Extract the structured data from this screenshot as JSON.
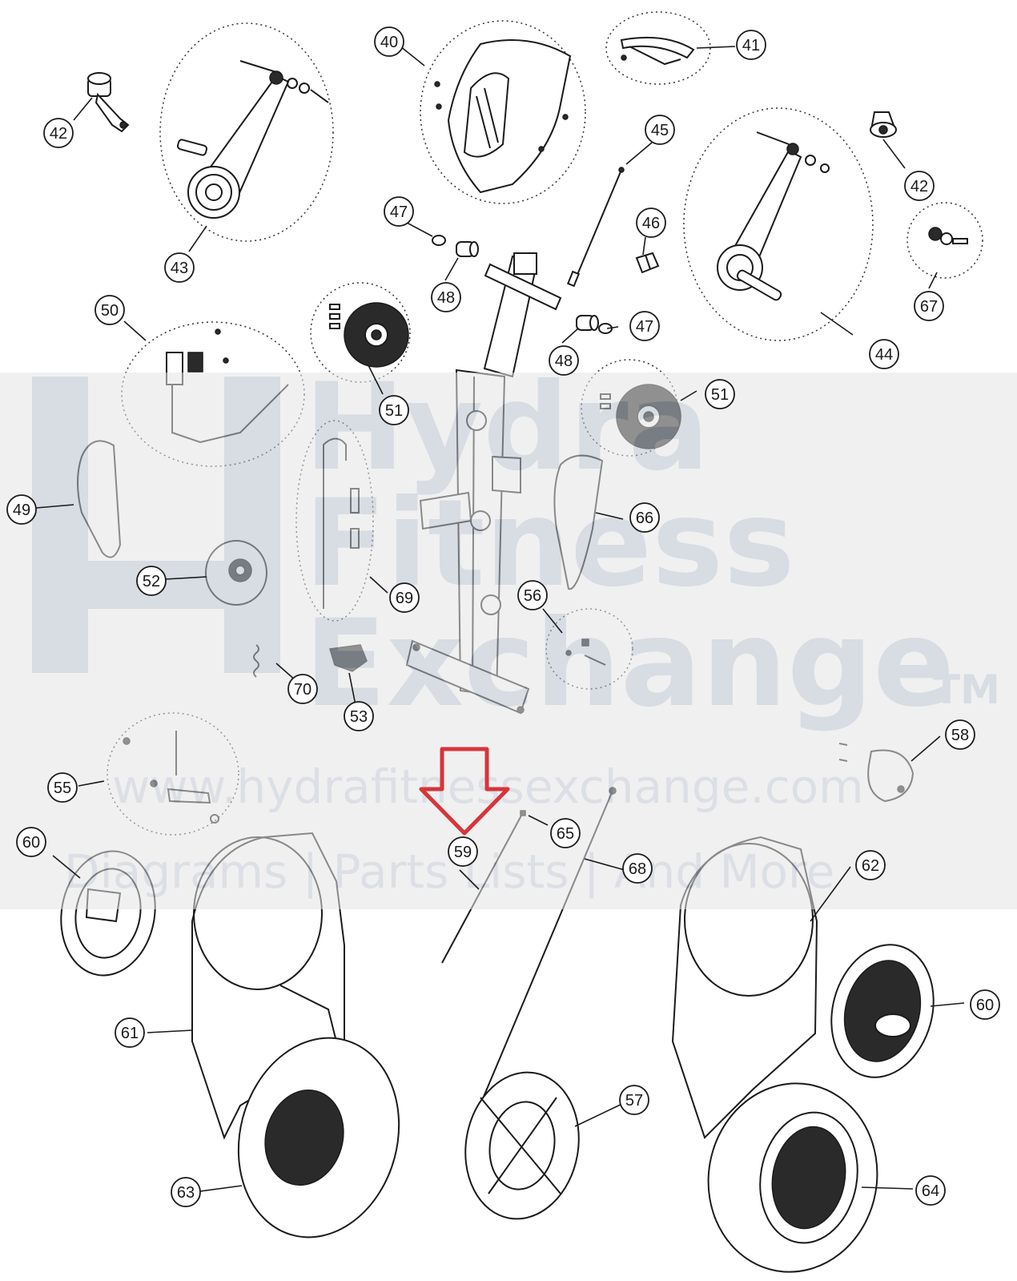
{
  "diagram": {
    "callouts": [
      {
        "id": "c40",
        "label": "40"
      },
      {
        "id": "c41",
        "label": "41"
      },
      {
        "id": "c42a",
        "label": "42"
      },
      {
        "id": "c42b",
        "label": "42"
      },
      {
        "id": "c43",
        "label": "43"
      },
      {
        "id": "c44",
        "label": "44"
      },
      {
        "id": "c45",
        "label": "45"
      },
      {
        "id": "c46",
        "label": "46"
      },
      {
        "id": "c47a",
        "label": "47"
      },
      {
        "id": "c47b",
        "label": "47"
      },
      {
        "id": "c48a",
        "label": "48"
      },
      {
        "id": "c48b",
        "label": "48"
      },
      {
        "id": "c49",
        "label": "49"
      },
      {
        "id": "c50",
        "label": "50"
      },
      {
        "id": "c51a",
        "label": "51"
      },
      {
        "id": "c51b",
        "label": "51"
      },
      {
        "id": "c52",
        "label": "52"
      },
      {
        "id": "c53",
        "label": "53"
      },
      {
        "id": "c55",
        "label": "55"
      },
      {
        "id": "c56",
        "label": "56"
      },
      {
        "id": "c57",
        "label": "57"
      },
      {
        "id": "c58",
        "label": "58"
      },
      {
        "id": "c59",
        "label": "59"
      },
      {
        "id": "c60a",
        "label": "60"
      },
      {
        "id": "c60b",
        "label": "60"
      },
      {
        "id": "c61",
        "label": "61"
      },
      {
        "id": "c62",
        "label": "62"
      },
      {
        "id": "c63",
        "label": "63"
      },
      {
        "id": "c64",
        "label": "64"
      },
      {
        "id": "c65",
        "label": "65"
      },
      {
        "id": "c66",
        "label": "66"
      },
      {
        "id": "c67",
        "label": "67"
      },
      {
        "id": "c68",
        "label": "68"
      },
      {
        "id": "c69",
        "label": "69"
      },
      {
        "id": "c70",
        "label": "70"
      }
    ],
    "highlight": {
      "target_label": "59",
      "arrow_color": "#d8343a"
    }
  },
  "watermark": {
    "line1": "Hydra",
    "line2": "Fitness",
    "line3": "Exchange",
    "trademark": "TM",
    "url": "www.hydrafitnessexchange.com",
    "tagline": "Diagrams | Parts Lists | And More",
    "band_color": "#e4e4e4",
    "text_color": "#b9c1cd"
  }
}
